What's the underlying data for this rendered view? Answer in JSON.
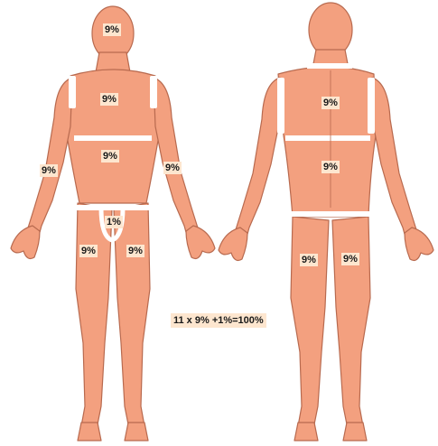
{
  "colors": {
    "skin": "#f3a07f",
    "skin_outline": "#b86a4f",
    "band": "#ffffff",
    "label_bg": "#fde6cf",
    "text": "#1a1a1a"
  },
  "front_labels": {
    "head": "9%",
    "chest": "9%",
    "abdomen": "9%",
    "right_arm": "9%",
    "left_arm": "9%",
    "genitals": "1%",
    "right_leg": "9%",
    "left_leg": "9%"
  },
  "back_labels": {
    "upper_back": "9%",
    "lower_back": "9%",
    "right_leg": "9%",
    "left_leg": "9%"
  },
  "formula": "11 x 9% +1%=100%"
}
